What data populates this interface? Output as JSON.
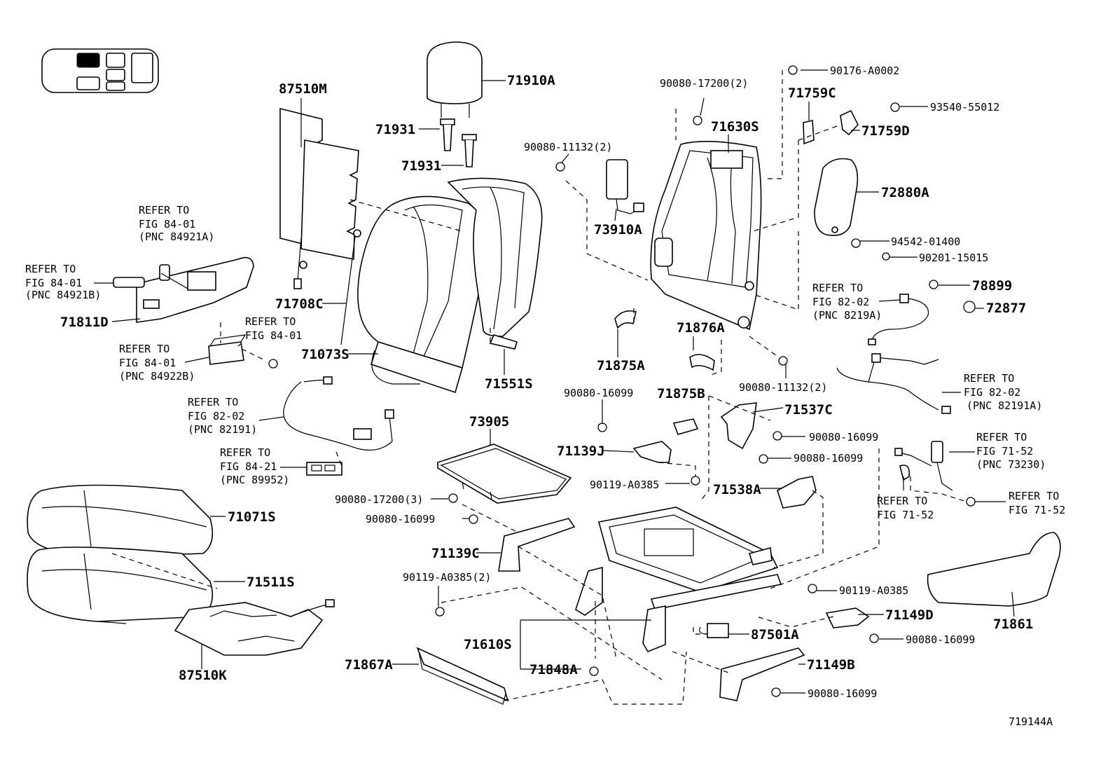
{
  "diagram_code": "719144A",
  "labels": {
    "p87510M": "87510M",
    "p71910A": "71910A",
    "p71931a": "71931",
    "p71931b": "71931",
    "p90080_17200_2": "90080-17200(2)",
    "p90176": "90176-A0002",
    "p71759C": "71759C",
    "p93540": "93540-55012",
    "p71759D": "71759D",
    "p71630S": "71630S",
    "p90080_11132_2a": "90080-11132(2)",
    "p72880A": "72880A",
    "p73910A": "73910A",
    "p94542": "94542-01400",
    "p90201": "90201-15015",
    "p78899": "78899",
    "p72877": "72877",
    "p71811D": "71811D",
    "p71708C": "71708C",
    "p71073S": "71073S",
    "p71551S": "71551S",
    "p71875A": "71875A",
    "p71876A": "71876A",
    "p90080_11132_2b": "90080-11132(2)",
    "p90080_16099a": "90080-16099",
    "p71875B": "71875B",
    "p71537C": "71537C",
    "p90080_16099b": "90080-16099",
    "p90080_16099c": "90080-16099",
    "p71139J": "71139J",
    "p73905": "73905",
    "p90119a": "90119-A0385",
    "p71538A": "71538A",
    "p90080_17200_3": "90080-17200(3)",
    "p90080_16099d": "90080-16099",
    "p71071S": "71071S",
    "p71139C": "71139C",
    "p71511S": "71511S",
    "p90119_2": "90119-A0385(2)",
    "p90119b": "90119-A0385",
    "p71149D": "71149D",
    "p71861": "71861",
    "p87501A": "87501A",
    "p90080_16099e": "90080-16099",
    "p71610S": "71610S",
    "p71867A": "71867A",
    "p71848A": "71848A",
    "p71149B": "71149B",
    "p90080_16099f": "90080-16099",
    "p87510K": "87510K"
  },
  "refers": {
    "r1": [
      "REFER TO",
      "FIG 84-01",
      "(PNC 84921A)"
    ],
    "r2": [
      "REFER TO",
      "FIG 84-01",
      "(PNC 84921B)"
    ],
    "r3": [
      "REFER TO",
      "FIG 84-01"
    ],
    "r4": [
      "REFER TO",
      "FIG 84-01",
      "(PNC 84922B)"
    ],
    "r5": [
      "REFER TO",
      "FIG 82-02",
      "(PNC 82191)"
    ],
    "r6": [
      "REFER TO",
      "FIG 84-21",
      "(PNC 89952)"
    ],
    "r7": [
      "REFER TO",
      "FIG 82-02",
      "(PNC 8219A)"
    ],
    "r8": [
      "REFER TO",
      "FIG 82-02",
      "(PNC 82191A)"
    ],
    "r9": [
      "REFER TO",
      "FIG 71-52",
      "(PNC 73230)"
    ],
    "r10": [
      "REFER TO",
      "FIG 71-52"
    ],
    "r11": [
      "REFER TO",
      "FIG 71-52"
    ]
  },
  "icons": [
    "seat-position-locator-icon"
  ]
}
